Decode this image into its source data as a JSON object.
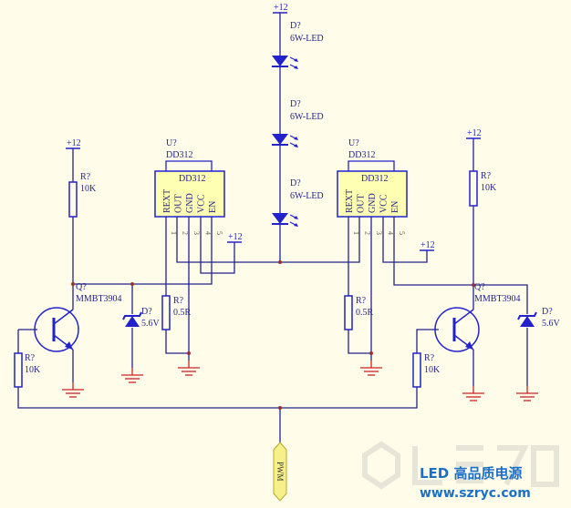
{
  "power_labels": [
    "+12",
    "+12",
    "+12",
    "+12",
    "+12"
  ],
  "leds": [
    {
      "ref": "D?",
      "value": "6W-LED"
    },
    {
      "ref": "D?",
      "value": "6W-LED"
    },
    {
      "ref": "D?",
      "value": "6W-LED"
    }
  ],
  "ics": [
    {
      "ref": "U?",
      "part": "DD312",
      "body": "DD312",
      "pins": [
        "REXT",
        "OUT",
        "GND",
        "VCC",
        "EN"
      ],
      "pin_numbers": [
        "1",
        "2",
        "3",
        "4",
        "5"
      ]
    },
    {
      "ref": "U?",
      "part": "DD312",
      "body": "DD312",
      "pins": [
        "REXT",
        "OUT",
        "GND",
        "VCC",
        "EN"
      ],
      "pin_numbers": [
        "1",
        "2",
        "3",
        "4",
        "5"
      ]
    }
  ],
  "resistors": [
    {
      "ref": "R?",
      "value": "10K"
    },
    {
      "ref": "R?",
      "value": "10K"
    },
    {
      "ref": "R?",
      "value": "0.5R"
    },
    {
      "ref": "R?",
      "value": "0.5R"
    },
    {
      "ref": "R?",
      "value": "10K"
    },
    {
      "ref": "R?",
      "value": "10K"
    }
  ],
  "transistors": [
    {
      "ref": "Q?",
      "part": "MMBT3904"
    },
    {
      "ref": "Q?",
      "part": "MMBT3904"
    }
  ],
  "zeners": [
    {
      "ref": "D?",
      "value": "5.6V"
    },
    {
      "ref": "D?",
      "value": "5.6V"
    }
  ],
  "port": {
    "label": "PWM"
  },
  "watermark": {
    "line1": "LED 高品质电源",
    "line2": "www.szryc.com"
  },
  "colors": {
    "background": "#FFFDE9",
    "wire": "#23238a",
    "component": "#2222cc",
    "ground": "#cc2222",
    "ic_fill": "#FFFFB4",
    "port_fill": "#F6F08A",
    "junction": "#993333",
    "watermark": "#1c6fc6"
  }
}
